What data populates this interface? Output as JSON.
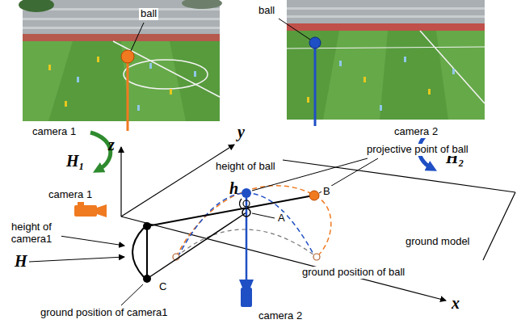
{
  "diagram": {
    "labels": [
      "ball",
      "ball",
      "camera 1",
      "camera 2",
      "H₁",
      "H₂",
      "z",
      "y",
      "height of ball",
      "h",
      "projective point of ball",
      "B",
      "A",
      "ground model",
      "ground position of ball",
      "x",
      "camera 1",
      "height of camera1",
      "H",
      "C",
      "ground position of camera1",
      "camera 2"
    ]
  }
}
